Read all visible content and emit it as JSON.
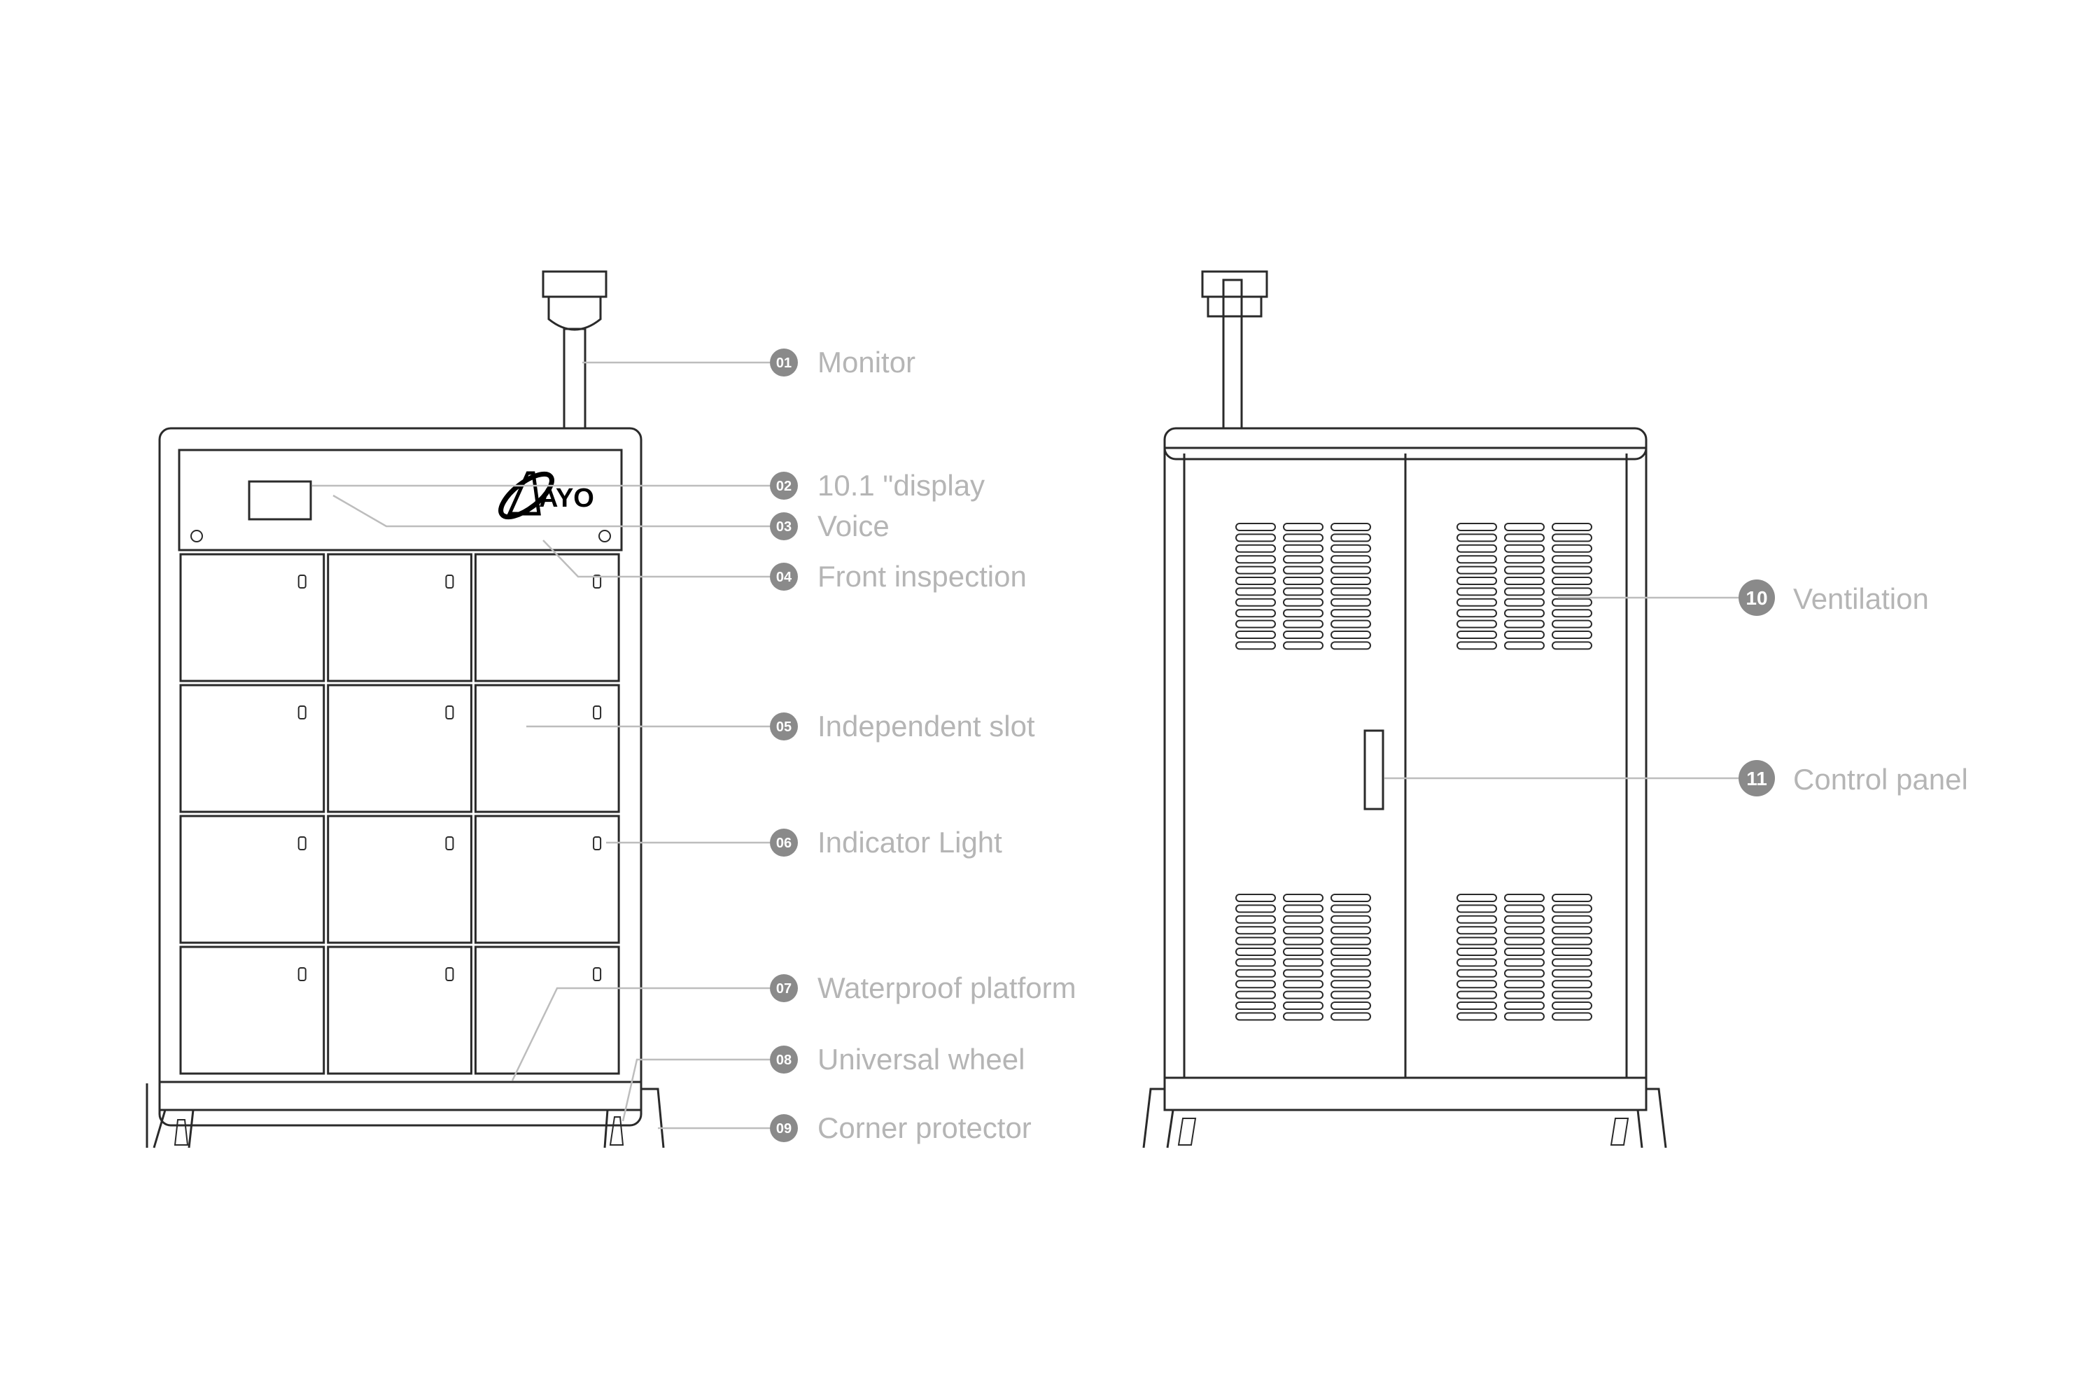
{
  "brand": {
    "logo_text": "AYO"
  },
  "callouts": [
    {
      "num": "01",
      "label": "Monitor"
    },
    {
      "num": "02",
      "label": "10.1 \"display"
    },
    {
      "num": "03",
      "label": "Voice"
    },
    {
      "num": "04",
      "label": "Front inspection"
    },
    {
      "num": "05",
      "label": "Independent slot"
    },
    {
      "num": "06",
      "label": "Indicator Light"
    },
    {
      "num": "07",
      "label": "Waterproof platform"
    },
    {
      "num": "08",
      "label": "Universal wheel"
    },
    {
      "num": "09",
      "label": "Corner protector"
    },
    {
      "num": "10",
      "label": "Ventilation"
    },
    {
      "num": "11",
      "label": "Control panel"
    }
  ],
  "colors": {
    "label": "#b5b5b5",
    "badge": "#8a8a8a",
    "line": "#2a2a2a",
    "leader": "#bdbdbd"
  }
}
